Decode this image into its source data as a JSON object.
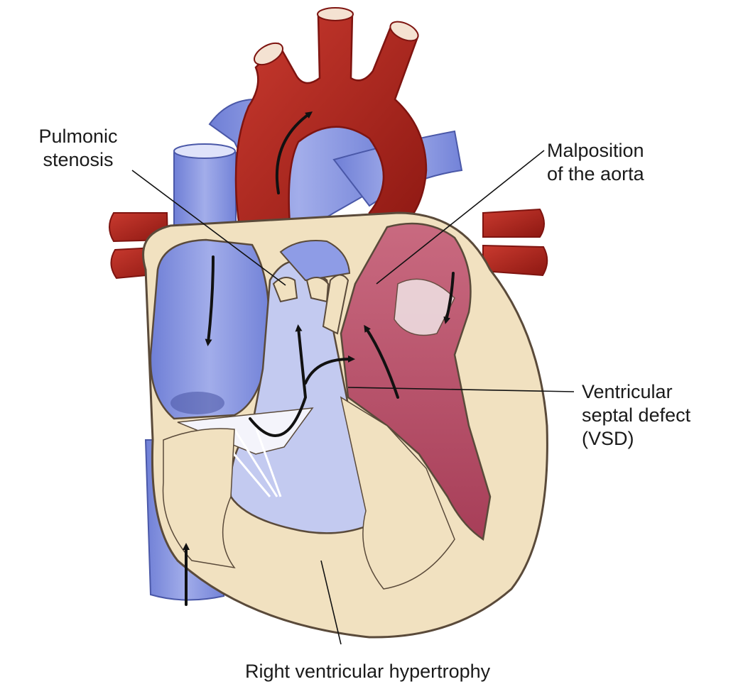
{
  "figure": {
    "labels": {
      "pulmonic_stenosis": [
        "Pulmonic",
        "stenosis"
      ],
      "malposition_aorta": [
        "Malposition",
        "of the aorta"
      ],
      "vsd": [
        "Ventricular",
        "septal defect",
        "(VSD)"
      ],
      "rvh": "Right ventricular hypertrophy"
    },
    "colors": {
      "aorta_red": "#b8261f",
      "aorta_red_dark": "#7e1410",
      "vein_blue": "#8e9ce6",
      "vein_blue_dark": "#5d6cc4",
      "ventricle_pale_blue": "#c3caf0",
      "left_chamber_pink": "#b84a64",
      "myocardium_cream": "#f1e1c0",
      "outline": "#5a4a3a",
      "flow_arrow": "#111111"
    }
  }
}
